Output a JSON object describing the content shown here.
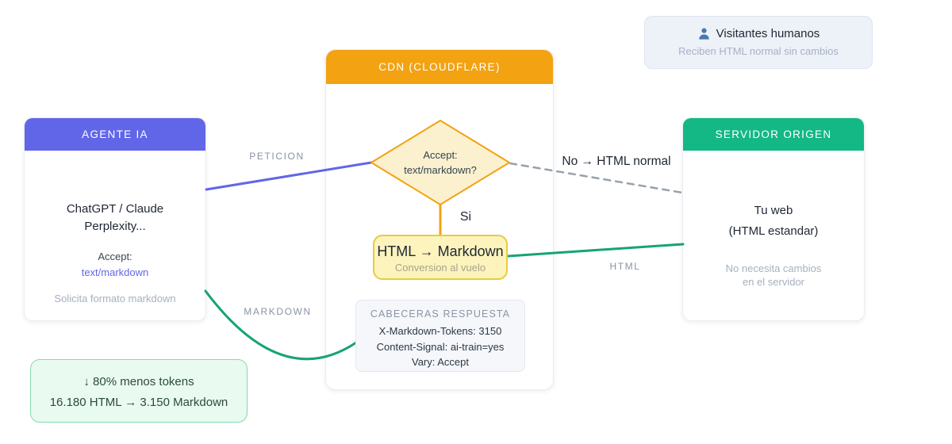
{
  "agent_card": {
    "header": "AGENTE IA",
    "title_line1": "ChatGPT / Claude",
    "title_line2": "Perplexity...",
    "accept_label": "Accept:",
    "accept_value": "text/markdown",
    "note": "Solicita formato markdown"
  },
  "cdn_card": {
    "header": "CDN (CLOUDFLARE)",
    "decision": {
      "line1": "Accept:",
      "line2": "text/markdown?"
    },
    "converter": {
      "title": "HTML → Markdown",
      "subtitle": "Conversion al vuelo"
    },
    "headers_panel": {
      "title": "CABECERAS RESPUESTA",
      "lines": [
        "X-Markdown-Tokens: 3150",
        "Content-Signal: ai-train=yes",
        "Vary: Accept"
      ]
    }
  },
  "server_card": {
    "header": "SERVIDOR ORIGEN",
    "title_line1": "Tu web",
    "title_line2": "(HTML estandar)",
    "note_line1": "No necesita cambios",
    "note_line2": "en el servidor"
  },
  "visitors_panel": {
    "icon": "person-icon",
    "title": "Visitantes humanos",
    "subtitle": "Reciben HTML normal sin cambios"
  },
  "tokens_panel": {
    "line1": "↓ 80% menos tokens",
    "line2": "16.180 HTML → 3.150 Markdown"
  },
  "edges": {
    "peticion_label": "PETICION",
    "no_label": "No → HTML normal",
    "si_label": "Si",
    "html_label": "HTML",
    "markdown_label": "MARKDOWN"
  },
  "colors": {
    "agent_header": "#6166e8",
    "cdn_header": "#f3a212",
    "server_header": "#14b884",
    "purple_line": "#6166e8",
    "green_line": "#16a472",
    "dashed_line": "#97a1ab",
    "orange_connector": "#f3a212",
    "diamond_fill": "#fbf1cf",
    "diamond_border": "#f3a212",
    "converter_fill": "#fcf3bd",
    "converter_border": "#e7cb42",
    "tokens_fill": "#e9faf0",
    "tokens_border": "#86d9ab",
    "visitors_fill": "#edf1f8",
    "accent_link": "#6166e8",
    "person_icon": "#4a77b0"
  }
}
